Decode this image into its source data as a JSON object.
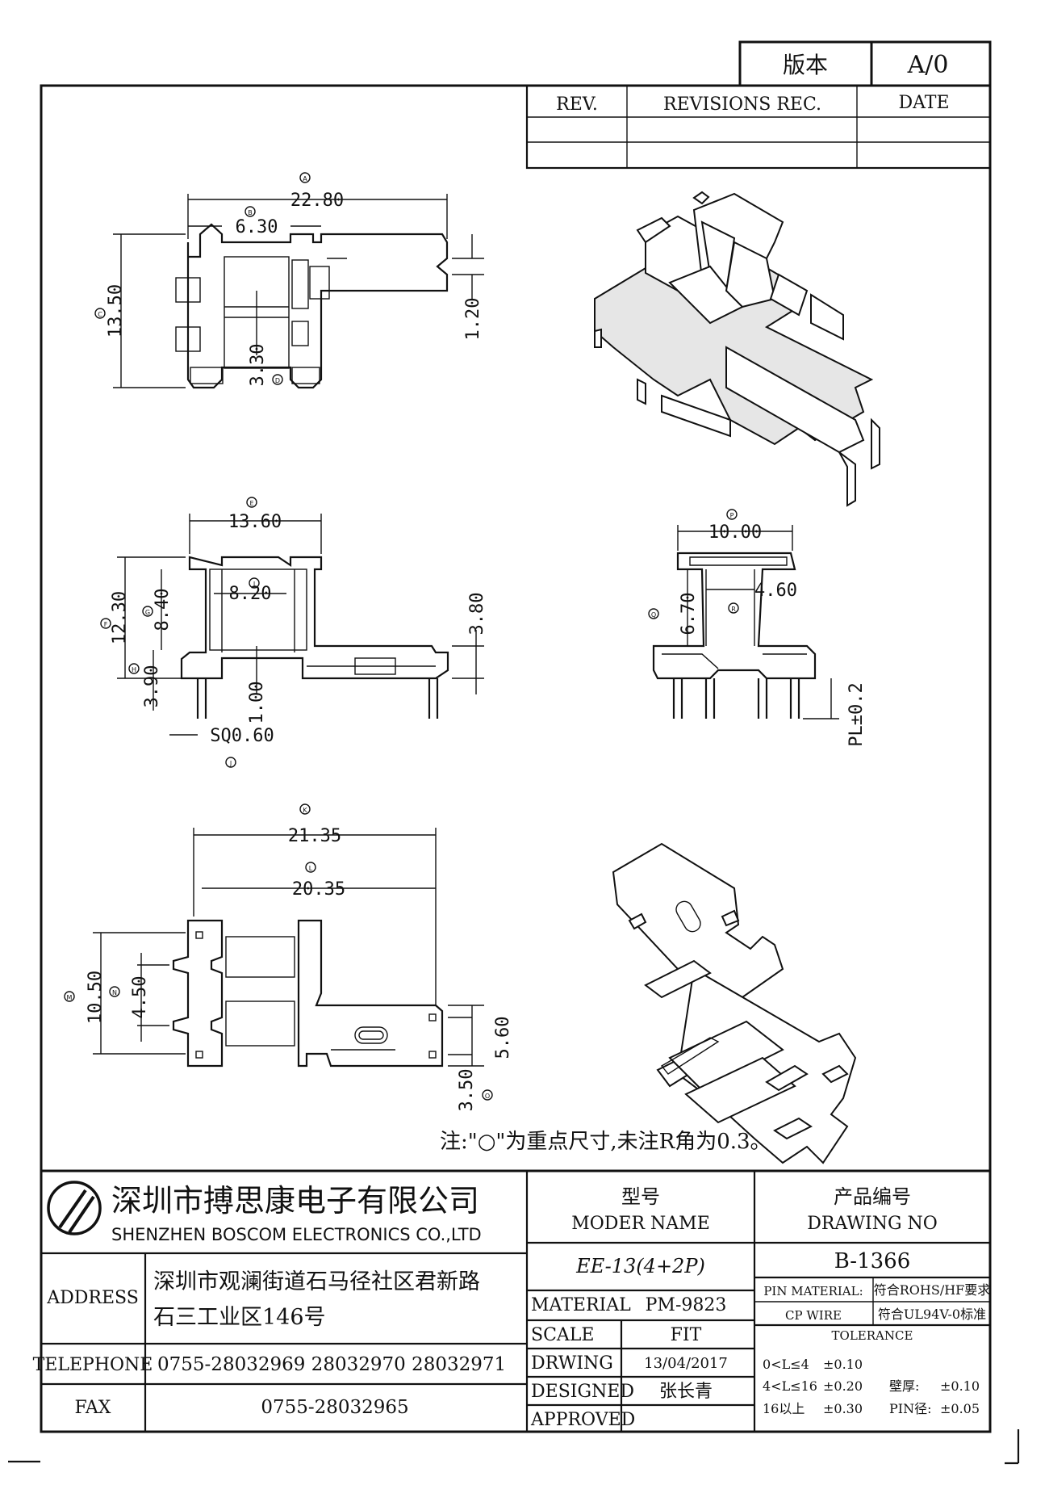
{
  "version_block": {
    "label": "版本",
    "value": "A/0"
  },
  "revisions": {
    "rev_header": "REV.",
    "rec_header": "REVISIONS REC.",
    "date_header": "DATE"
  },
  "views": {
    "top": {
      "circle_labels": [
        "A",
        "B",
        "C",
        "D"
      ],
      "dims": {
        "overall_width": "22.80",
        "width_b": "6.30",
        "height": "13.50",
        "slot": "1.20",
        "gap": "3.30"
      }
    },
    "front": {
      "circle_labels": [
        "E",
        "F",
        "G",
        "H",
        "I",
        "J"
      ],
      "dims": {
        "width": "13.60",
        "inner": "8.20",
        "height": "12.30",
        "upper": "8.40",
        "lower": "3.90",
        "pin_len": "1.00",
        "pin_sq": "SQ0.60",
        "tab_h": "3.80"
      }
    },
    "side": {
      "circle_labels": [
        "P",
        "Q",
        "R"
      ],
      "dims": {
        "width": "10.00",
        "inner": "4.60",
        "height": "6.70",
        "pin_len": "PL±0.2"
      }
    },
    "bottom": {
      "circle_labels": [
        "K",
        "L",
        "M",
        "N",
        "O"
      ],
      "dims": {
        "overall": "21.35",
        "pin_span": "20.35",
        "height": "10.50",
        "pitch": "4.50",
        "tab_w": "5.60",
        "tab_pitch": "3.50"
      }
    }
  },
  "note": "注:\"○\"为重点尺寸,未注R角为0.3。",
  "company": {
    "name_cn": "深圳市搏思康电子有限公司",
    "name_en": "SHENZHEN BOSCOM ELECTRONICS CO.,LTD"
  },
  "contact": {
    "address_label": "ADDRESS",
    "address_line1": "深圳市观澜街道石马径社区君新路",
    "address_line2": "石三工业区146号",
    "telephone_label": "TELEPHONE",
    "telephone_value": "0755-28032969 28032970 28032971",
    "fax_label": "FAX",
    "fax_value": "0755-28032965"
  },
  "model": {
    "label_cn": "型号",
    "label_en": "MODER NAME",
    "value": "EE-13(4+2P)"
  },
  "drawing_no": {
    "label_cn": "产品编号",
    "label_en": "DRAWING NO",
    "value": "B-1366"
  },
  "details": {
    "material_label": "MATERIAL",
    "material_value": "PM-9823",
    "scale_label": "SCALE",
    "scale_value": "FIT",
    "drawing_label": "DRWING",
    "drawing_value": "13/04/2017",
    "designed_label": "DESIGNED",
    "designed_value": "张长青",
    "approved_label": "APPROVED",
    "approved_value": ""
  },
  "materials": {
    "pin_label": "PIN MATERIAL:",
    "pin_value": "符合ROHS/HF要求",
    "wire_label": "CP WIRE",
    "wire_value": "符合UL94V-0标准"
  },
  "tolerance": {
    "header": "TOLERANCE",
    "row1_range": "0<L≤4",
    "row1_tol": "±0.10",
    "row2_range": "4<L≤16",
    "row2_tol": "±0.20",
    "wall_label": "壁厚:",
    "wall_tol": "±0.10",
    "row3_range": "16以上",
    "row3_tol": "±0.30",
    "pin_label": "PIN径:",
    "pin_tol": "±0.05"
  }
}
